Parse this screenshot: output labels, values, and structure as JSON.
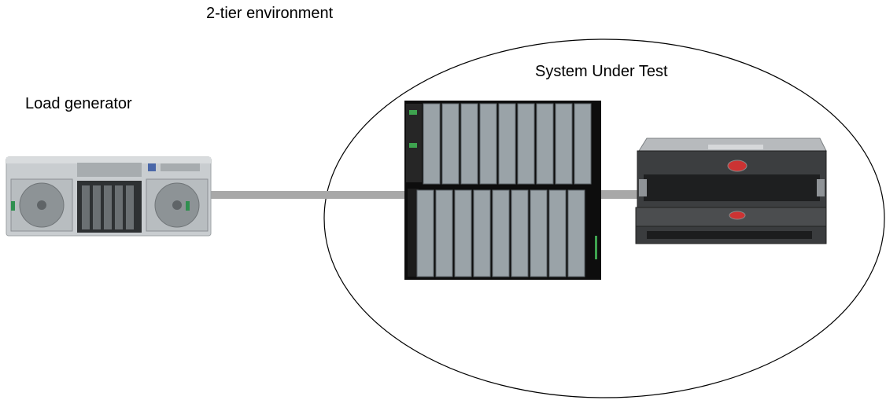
{
  "diagram": {
    "title": "2-tier environment",
    "system_under_test_label": "System Under Test",
    "load_generator_label": "Load generator"
  },
  "nodes": [
    {
      "id": "load-generator",
      "icon": "rack-server-4u"
    },
    {
      "id": "blade-chassis",
      "icon": "blade-server-chassis"
    },
    {
      "id": "storage-array",
      "icon": "storage-array"
    }
  ],
  "edges": [
    {
      "from": "load-generator",
      "to": "blade-chassis"
    },
    {
      "from": "blade-chassis",
      "to": "storage-array"
    }
  ],
  "colors": {
    "link": "#a8a8a8",
    "ellipse_stroke": "#000000",
    "chassis_body": "#0d0d0d",
    "blade": "#9aa3a8"
  }
}
